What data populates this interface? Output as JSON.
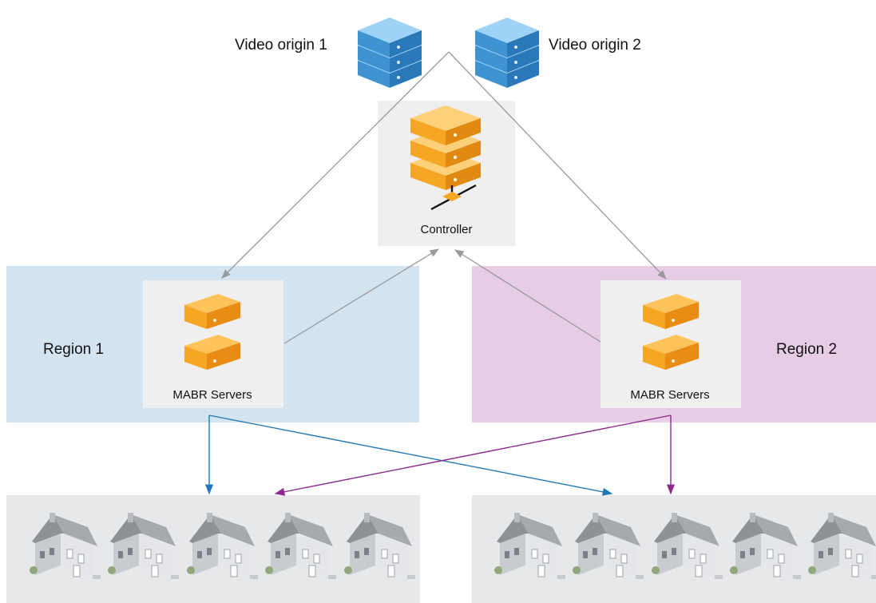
{
  "origins": [
    {
      "label": "Video origin 1"
    },
    {
      "label": "Video origin 2"
    }
  ],
  "controller": {
    "label": "Controller"
  },
  "regions": [
    {
      "label": "Region 1",
      "server_label": "MABR Servers"
    },
    {
      "label": "Region 2",
      "server_label": "MABR Servers"
    }
  ],
  "colors": {
    "region1_bg": "#d3e3f0",
    "region2_bg": "#e6cce4",
    "panel_bg": "#efefef",
    "homes_bg": "#e7e8ea",
    "origin_server": "#4a9fd8",
    "controller_server": "#f5a623",
    "connector_gray": "#9a9a9a",
    "connector_blue": "#1f77b8",
    "connector_purple": "#8e2a8e"
  },
  "icons": {
    "origin": "server-stack-icon",
    "controller": "server-stack-icon",
    "mabr": "server-unit-icon",
    "home": "house-icon"
  }
}
